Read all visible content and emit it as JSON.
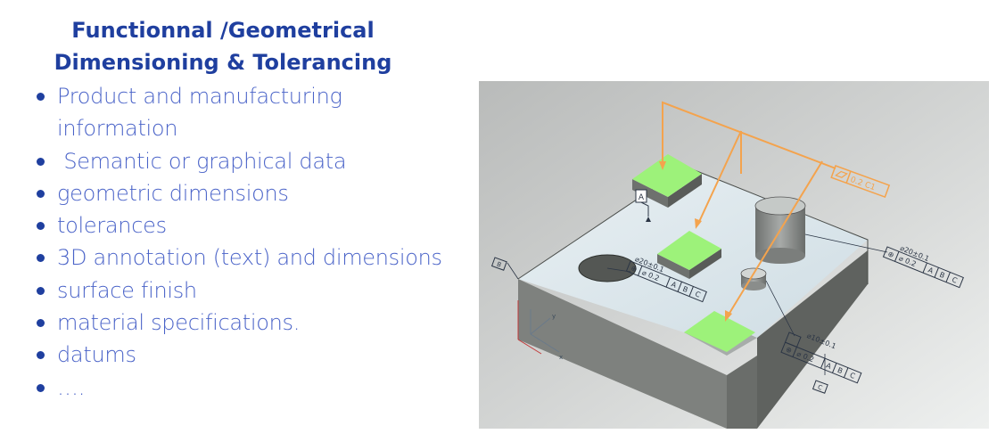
{
  "title": {
    "line1": "Functionnal /Geometrical",
    "line2": "Dimensioning & Tolerancing"
  },
  "bullets": [
    "Product and manufacturing information",
    " Semantic or graphical data",
    "geometric dimensions",
    "tolerances",
    "3D annotation (text) and dimensions",
    "surface finish",
    "material specifications.",
    "datums",
    "…."
  ],
  "figure": {
    "datum_labels": [
      "A",
      "B",
      "C"
    ],
    "fcf_labels": [
      "⌀ 0.2",
      "A",
      "B",
      "C"
    ],
    "dim_labels": [
      "⌀20±0.1",
      "⌀10±0.1"
    ],
    "colors": {
      "background": "#c4c6c5",
      "body_top": "#dfe9ee",
      "body_side": "#7e817e",
      "face_highlight": "#9df27a",
      "leader_orange": "#f4a34d",
      "annotation": "#2b3545"
    }
  }
}
